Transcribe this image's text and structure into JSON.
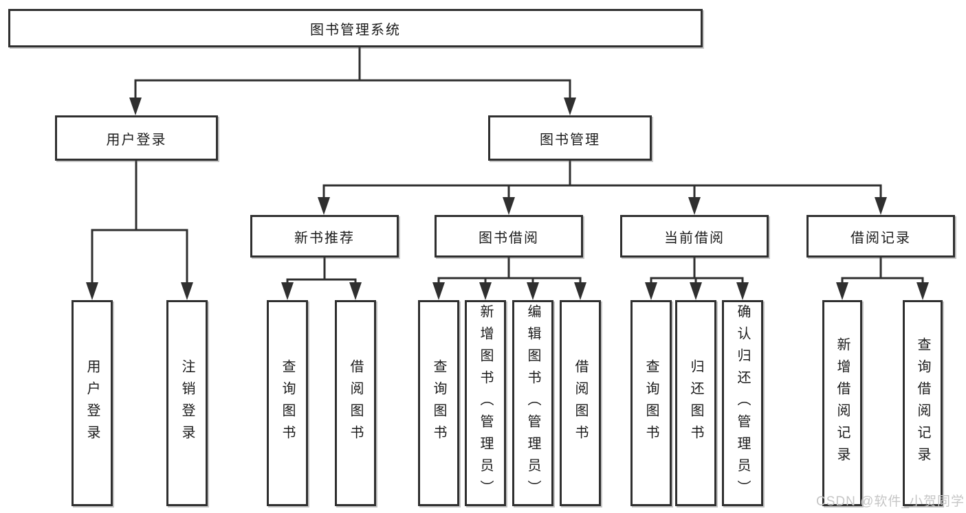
{
  "diagram": {
    "root": {
      "label": "图书管理系统"
    },
    "branches": [
      {
        "label": "用户登录",
        "children": [
          {
            "label": "用户登录"
          },
          {
            "label": "注销登录"
          }
        ]
      },
      {
        "label": "图书管理",
        "children": [
          {
            "label": "新书推荐",
            "children": [
              {
                "label": "查询图书"
              },
              {
                "label": "借阅图书"
              }
            ]
          },
          {
            "label": "图书借阅",
            "children": [
              {
                "label": "查询图书"
              },
              {
                "label": "新增图书（管理员）"
              },
              {
                "label": "编辑图书（管理员）"
              },
              {
                "label": "借阅图书"
              }
            ]
          },
          {
            "label": "当前借阅",
            "children": [
              {
                "label": "查询图书"
              },
              {
                "label": "归还图书"
              },
              {
                "label": "确认归还（管理员）"
              }
            ]
          },
          {
            "label": "借阅记录",
            "children": [
              {
                "label": "新增借阅记录"
              },
              {
                "label": "查询借阅记录"
              }
            ]
          }
        ]
      }
    ]
  },
  "watermark": {
    "text": "CSDN @软件_小贺同学"
  },
  "colors": {
    "line": "#2f2f2f",
    "box_border": "#2f2f2f",
    "box_fill": "#ffffff",
    "text": "#1b1b1b",
    "watermark": "#c6c6c6",
    "background": "#ffffff"
  }
}
